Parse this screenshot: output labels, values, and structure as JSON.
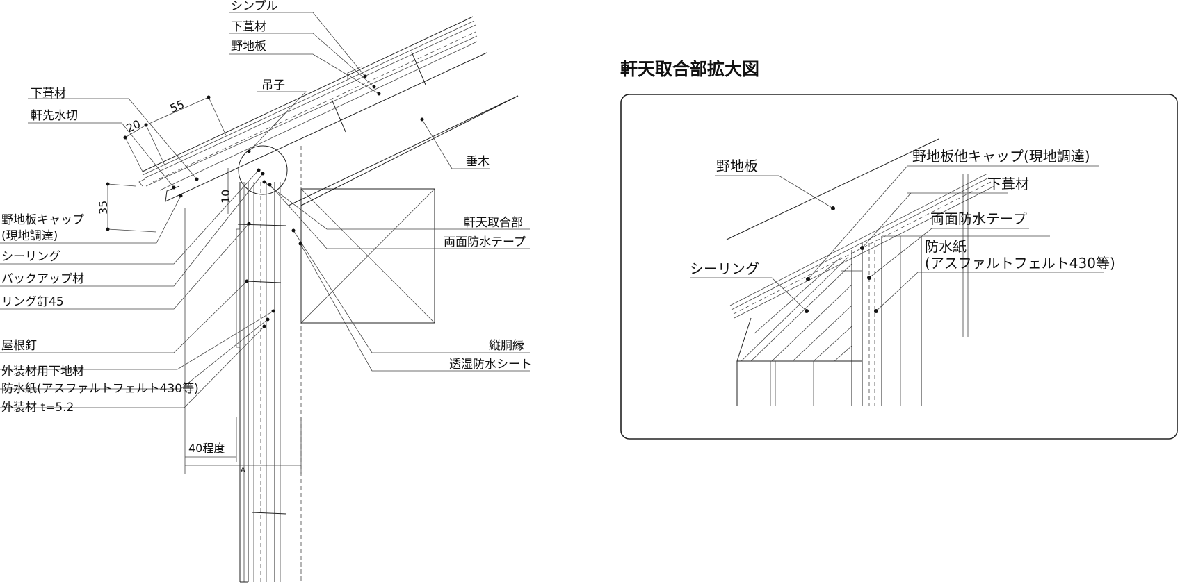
{
  "inset": {
    "title": "軒天取合部拡大図",
    "labels": {
      "noji": "野地板",
      "cap": "野地板他キャップ(現地調達)",
      "shitabuki": "下葺材",
      "tape": "両面防水テープ",
      "bousui1": "防水紙",
      "bousui2": "(アスファルトフェルト430等)",
      "sealing": "シーリング"
    }
  },
  "main": {
    "labels": {
      "simple": "シンプル",
      "shitabuki_top": "下葺材",
      "noji_top": "野地板",
      "tsurigo": "吊子",
      "shitabuki_left": "下葺材",
      "nokisaki": "軒先水切",
      "taruki": "垂木",
      "cap1": "野地板キャップ",
      "cap2": "(現地調達)",
      "sealing": "シーリング",
      "backup": "バックアップ材",
      "ringkugi": "リング釘45",
      "yanekugi": "屋根釘",
      "gaisou_shitaji": "外装材用下地材",
      "bousuishi": "防水紙(アスファルトフェルト430等)",
      "gaisou": "外装材 t=5.2",
      "nokiten": "軒天取合部",
      "tape": "両面防水テープ",
      "tatedoubuchi": "縦胴縁",
      "toushitsu": "透湿防水シート"
    },
    "dimensions": {
      "d55": "55",
      "d20": "20",
      "d35": "35",
      "d10": "10",
      "d40": "40程度",
      "dA": "A"
    }
  }
}
